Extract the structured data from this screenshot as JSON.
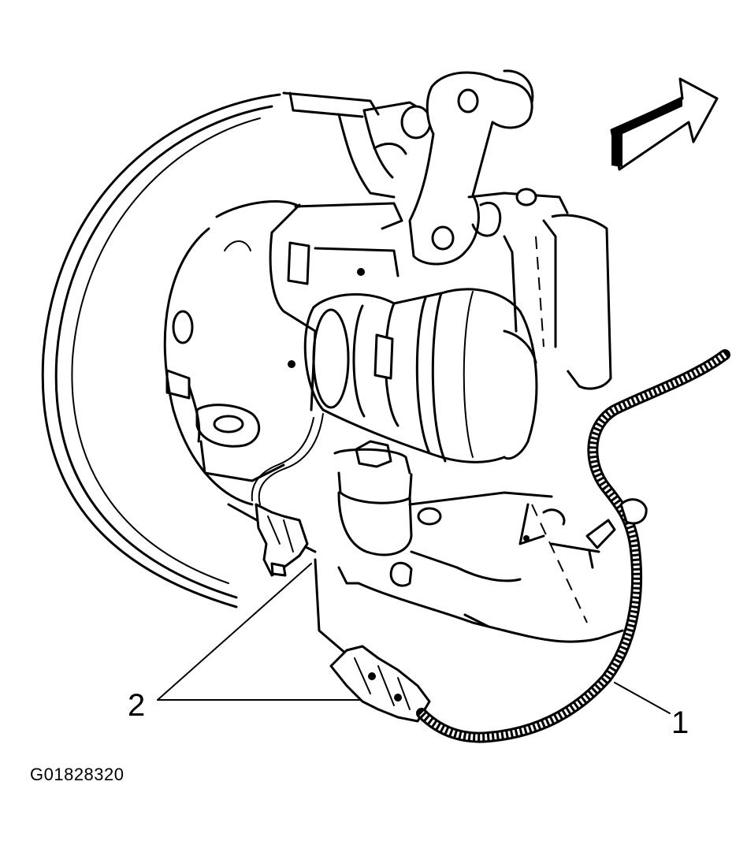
{
  "figure": {
    "id": "G01828320",
    "callouts": [
      {
        "label": "1",
        "target": "wheel-speed-sensor-harness"
      },
      {
        "label": "2",
        "target": "harness-retaining-clips"
      }
    ],
    "direction_arrow": "front-of-vehicle-arrow"
  }
}
